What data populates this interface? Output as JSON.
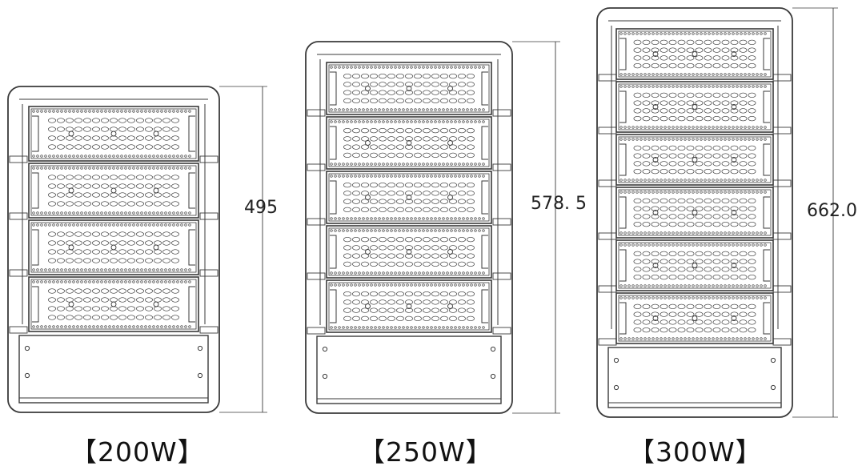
{
  "fixtures": [
    {
      "id": "200w",
      "model": "【200W】",
      "height_dim": "495",
      "modules": 4
    },
    {
      "id": "250w",
      "model": "【250W】",
      "height_dim": "578. 5",
      "modules": 5
    },
    {
      "id": "300w",
      "model": "【300W】",
      "height_dim": "662.0",
      "modules": 6
    }
  ],
  "colors": {
    "line": "#3a3a3a",
    "bg": "#ffffff",
    "text": "#111111"
  },
  "icons": {
    "housing": "led-floodlight-drawing",
    "dimension": "dimension-line"
  }
}
